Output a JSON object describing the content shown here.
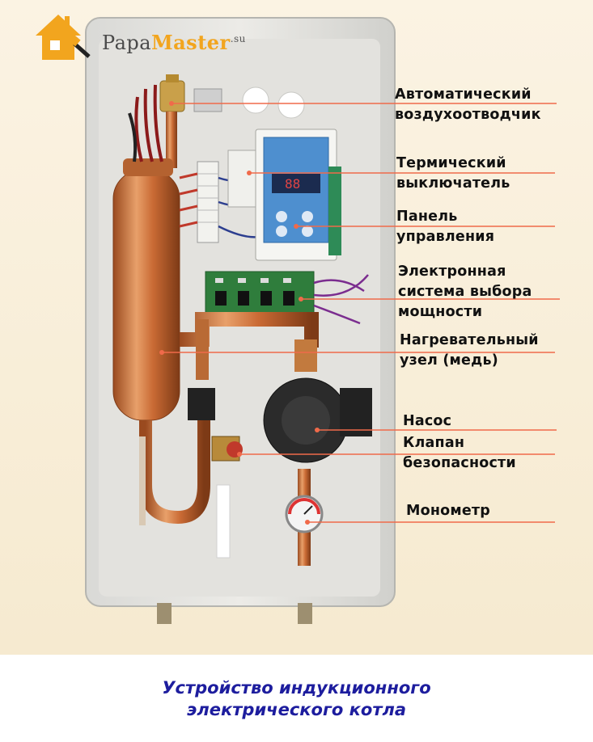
{
  "logo": {
    "brand_part1": "Papa",
    "brand_part2": "Master",
    "domain": ".su"
  },
  "labels": {
    "air_vent": [
      "Автоматический",
      "воздухоотводчик"
    ],
    "thermal_switch": [
      "Термический",
      "выключатель"
    ],
    "control_panel": [
      "Панель",
      "управления"
    ],
    "power_selection": [
      "Электронная",
      "система выбора",
      "мощности"
    ],
    "heating_unit": [
      "Нагревательный",
      "узел (медь)"
    ],
    "pump": [
      "Насос"
    ],
    "safety_valve": [
      "Клапан",
      "безопасности"
    ],
    "manometer": [
      "Монометр"
    ]
  },
  "caption": [
    "Устройство индукционного",
    "электрического котла"
  ],
  "colors": {
    "leader_line": "#f06a4a",
    "caption": "#1d1d9e",
    "copper": "#d27a3c",
    "logo_accent": "#f2a51e"
  }
}
